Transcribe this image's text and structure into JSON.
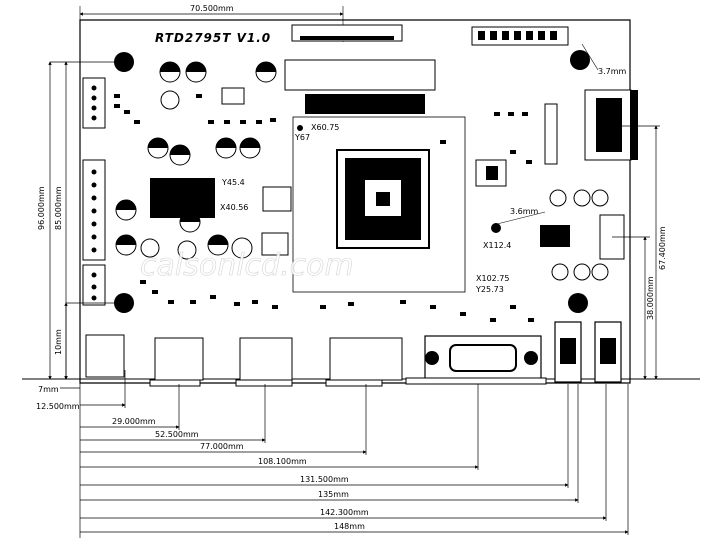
{
  "board": {
    "title": "RTD2795T V1.0",
    "watermark": "calsonlcd.com"
  },
  "top_dimension": "70.500mm",
  "horizontal_dimensions": [
    "7mm",
    "12.500mm",
    "29.000mm",
    "52.500mm",
    "77.000mm",
    "108.100mm",
    "131.500mm",
    "135mm",
    "142.300mm",
    "148mm"
  ],
  "vertical_dimensions": [
    "96.000mm",
    "85.000mm",
    "10mm",
    "67.400mm",
    "38.000mm"
  ],
  "coordinates": [
    "X60.75",
    "Y67",
    "Y45.4",
    "X40.56",
    "3.6mm",
    "3.7mm",
    "X112.4",
    "X102.75",
    "Y25.73"
  ],
  "colors": {
    "ink": "#000000",
    "paper": "#ffffff"
  }
}
